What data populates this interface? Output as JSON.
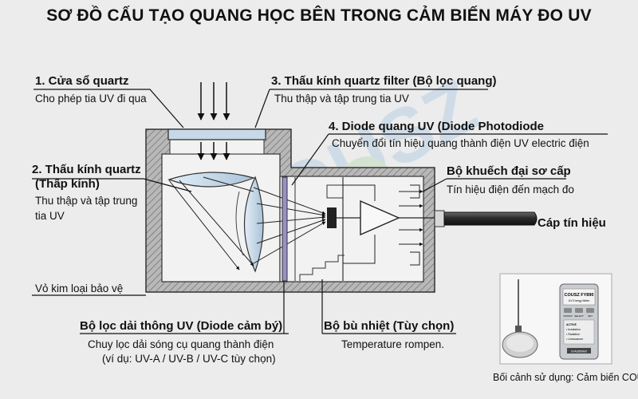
{
  "title": "SƠ ĐỒ CẤU TẠO QUANG HỌC BÊN TRONG CẢM BIẾN MÁY ĐO UV",
  "labels": {
    "quartz_window": {
      "heading": "1. Cửa sổ quartz",
      "desc": "Cho phép tia UV đi qua"
    },
    "quartz_lens": {
      "heading_line1": "2. Thấu kính quartz",
      "heading_line2": "(Thấp kính)",
      "desc_line1": "Thu thập và tập trung",
      "desc_line2": "tia UV"
    },
    "quartz_filter": {
      "heading": "3. Thấu kính quartz filter (Bộ lọc quang)",
      "desc": "Thu thập và tập trung tia UV"
    },
    "photodiode": {
      "heading": "4. Diode quang UV (Diode Photodiode",
      "desc": "Chuyển đổi tín hiệu quang thành điện UV electric điện"
    },
    "amplifier": {
      "heading": "Bộ khuếch đại sơ cấp",
      "desc": "Tín hiệu điện đến mạch đo"
    },
    "signal_cable": {
      "heading": "Cáp tín hiệu"
    },
    "metal_housing": {
      "desc": "Vỏ kim loại bảo vệ"
    },
    "uv_bandpass": {
      "heading": "Bộ lọc dải thông UV (Diode cảm bý)",
      "desc_line1": "Chuy lọc dải sóng cụ quang thành điện",
      "desc_line2": "(ví dụ: UV-A / UV-B / UV-C tùy chọn)"
    },
    "temp_comp": {
      "heading": "Bộ bù nhiệt (Tùy chọn)",
      "desc": "Temperature rompen."
    }
  },
  "inset": {
    "brand": "COUSZ FY890",
    "subtitle": "UV Energy Meter",
    "buttons": [
      "ON/OFF",
      "SELECT",
      "SET"
    ],
    "menu": [
      "ACTIVE",
      "• Irradiation",
      "• Radiation",
      "• Linescanner"
    ],
    "model": "UVA365NMX",
    "caption": "Bối cảnh sử dụng: Cảm biến COUSZ"
  },
  "watermark": "COUSZ",
  "colors": {
    "background": "#ececec",
    "housing": "#9a9a9a",
    "lens": "#bcd0e0",
    "filter": "#9a90c8",
    "accent_line": "#111111"
  }
}
